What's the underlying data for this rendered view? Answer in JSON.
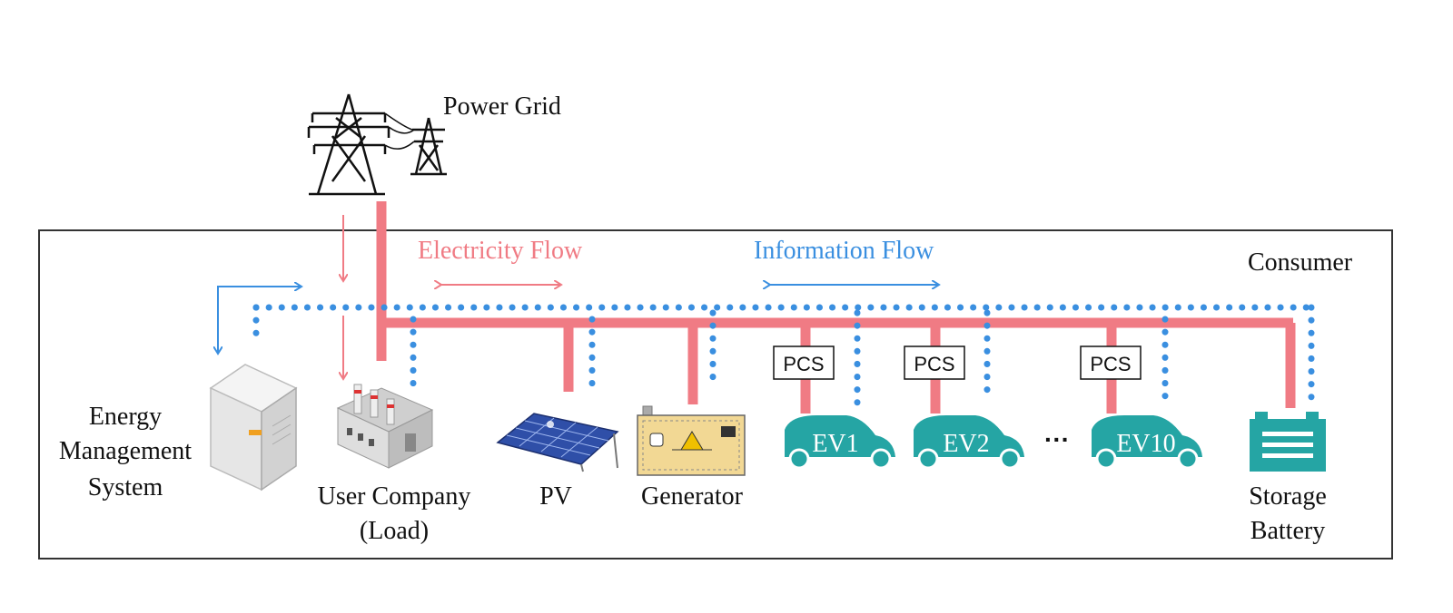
{
  "labels": {
    "power_grid": "Power Grid",
    "consumer": "Consumer",
    "electricity_flow": "Electricity Flow",
    "information_flow": "Information Flow",
    "ems_line1": "Energy",
    "ems_line2": "Management",
    "ems_line3": "System",
    "load_line1": "User Company",
    "load_line2": "(Load)",
    "pv": "PV",
    "generator": "Generator",
    "storage_line1": "Storage",
    "storage_line2": "Battery",
    "pcs": "PCS",
    "ev1": "EV1",
    "ev2": "EV2",
    "ev10": "EV10",
    "ellipsis": "···"
  },
  "colors": {
    "electricity": "#f07b84",
    "information": "#3a8fe0",
    "ev_teal": "#25a5a4",
    "frame": "#333333",
    "text": "#111111"
  }
}
